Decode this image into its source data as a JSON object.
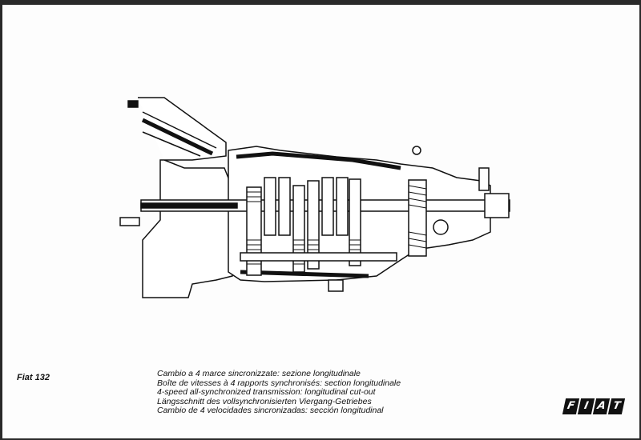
{
  "model": "Fiat 132",
  "captions": [
    "Cambio a 4 marce sincronizzate: sezione longitudinale",
    "Boîte de vitesses à 4 rapports synchronisés: section longitudinale",
    "4-speed all-synchronized transmission: longitudinal cut-out",
    "Längsschnitt des vollsynchronisierten Viergang-Getriebes",
    "Cambio de 4 velocidades sincronizadas: sección longitudinal"
  ],
  "logo": [
    "F",
    "I",
    "A",
    "T"
  ]
}
